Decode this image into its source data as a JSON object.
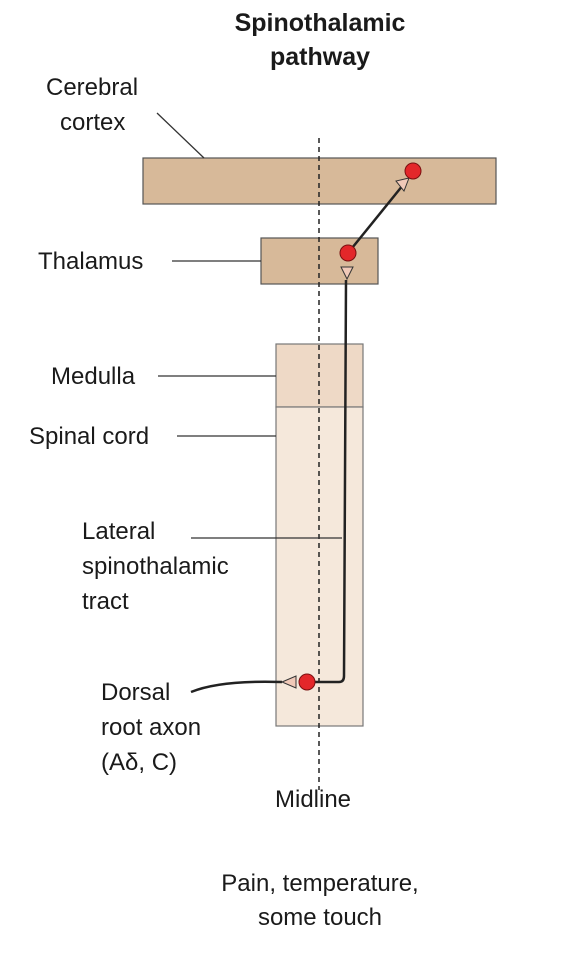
{
  "title": [
    "Spinothalamic",
    "pathway"
  ],
  "labels": {
    "cerebral_cortex": [
      "Cerebral",
      "cortex"
    ],
    "thalamus": "Thalamus",
    "medulla": "Medulla",
    "spinal_cord": "Spinal cord",
    "lateral_tract": [
      "Lateral",
      "spinothalamic",
      "tract"
    ],
    "dorsal_root": [
      "Dorsal",
      "root axon",
      "(Aδ, C)"
    ],
    "midline": "Midline"
  },
  "caption": [
    "Pain, temperature,",
    "some touch"
  ],
  "colors": {
    "cortex": "#d7b999",
    "thalamus": "#d7b999",
    "medulla": "#eed9c6",
    "spinal_cord": "#f5e8db",
    "neuron": "#e3272a",
    "terminal": "#f0c9b8"
  }
}
